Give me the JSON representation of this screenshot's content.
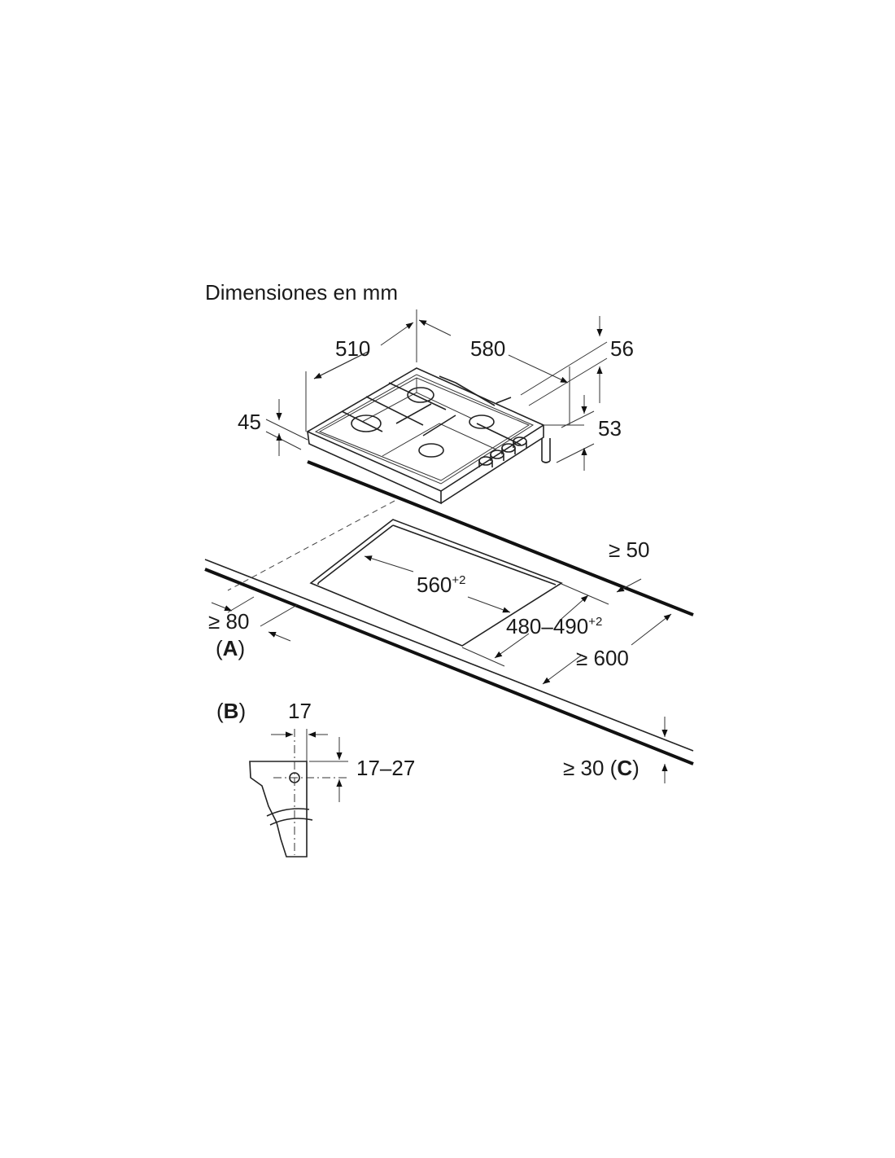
{
  "title": "Dimensiones en mm",
  "hob_dimensions": {
    "depth": "510",
    "width": "580",
    "height_knobs": "56",
    "height_front": "45",
    "height_gas": "53"
  },
  "cutout": {
    "width": "560",
    "width_tolerance": "+2",
    "depth": "480–490",
    "depth_tolerance": "+2",
    "back_clearance": "≥ 50",
    "side_clearance": "≥ 80",
    "side_clearance_ref": "A",
    "worktop_depth": "≥ 600",
    "worktop_thickness": "≥ 30",
    "worktop_thickness_ref": "C"
  },
  "detail_b": {
    "ref": "B",
    "offset": "17",
    "height_range": "17–27"
  }
}
